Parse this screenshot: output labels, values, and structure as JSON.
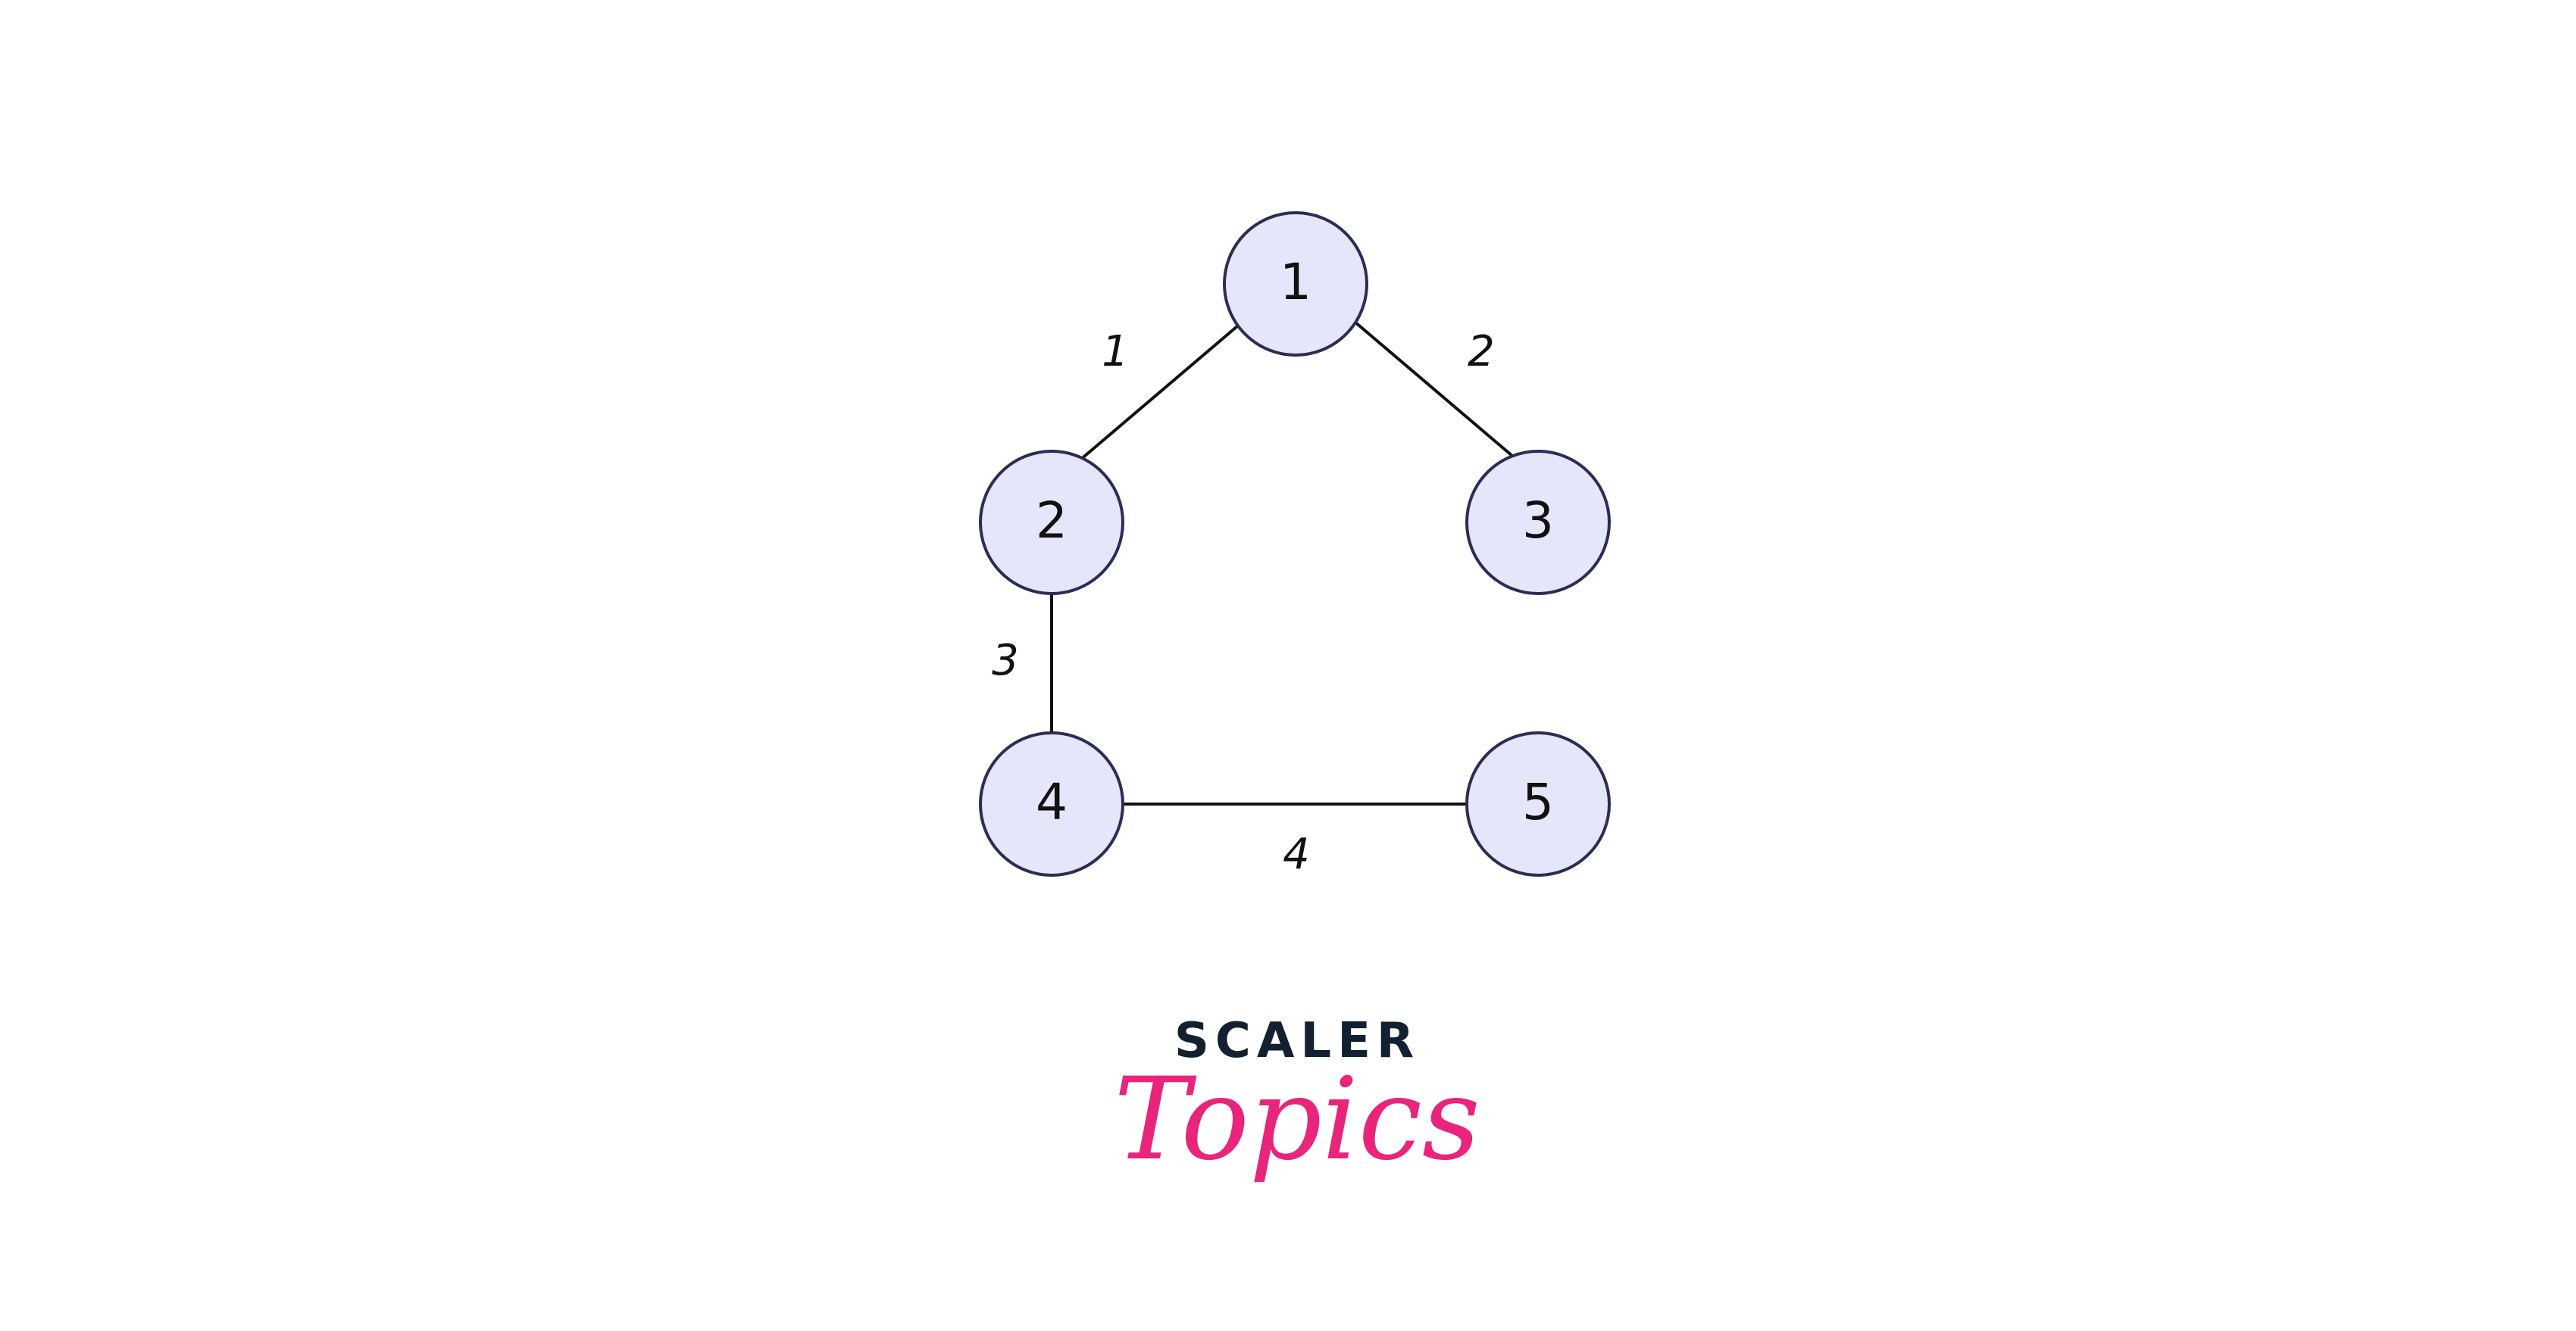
{
  "graph": {
    "nodes": [
      {
        "id": "1",
        "label": "1"
      },
      {
        "id": "2",
        "label": "2"
      },
      {
        "id": "3",
        "label": "3"
      },
      {
        "id": "4",
        "label": "4"
      },
      {
        "id": "5",
        "label": "5"
      }
    ],
    "edges": [
      {
        "from": "1",
        "to": "2",
        "weight": "1"
      },
      {
        "from": "1",
        "to": "3",
        "weight": "2"
      },
      {
        "from": "2",
        "to": "4",
        "weight": "3"
      },
      {
        "from": "4",
        "to": "5",
        "weight": "4"
      }
    ]
  },
  "logo": {
    "brand": "SCALER",
    "product": "Topics",
    "brand_color": "#13202f",
    "product_color": "#e8247b"
  },
  "colors": {
    "node_fill": "#e6e6fa",
    "node_stroke": "#2c2c54",
    "edge": "#111111"
  }
}
